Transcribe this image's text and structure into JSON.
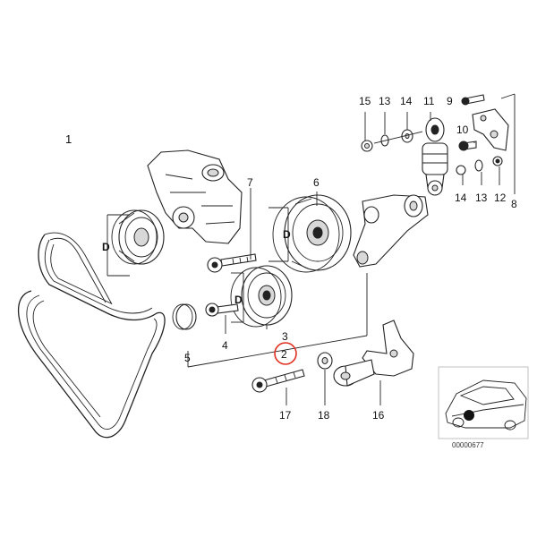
{
  "diagram": {
    "part_numbers": {
      "p1": "1",
      "p2": "2",
      "p3": "3",
      "p4": "4",
      "p5": "5",
      "p6": "6",
      "p7": "7",
      "p8": "8",
      "p9": "9",
      "p10": "10",
      "p11": "11",
      "p12": "12",
      "p13a": "13",
      "p13b": "13",
      "p14a": "14",
      "p14b": "14",
      "p15": "15",
      "p16": "16",
      "p17": "17",
      "p18": "18"
    },
    "dimension_label": "D",
    "highlighted_part": "2",
    "highlight_color": "#e03020",
    "reference_code": "00000677"
  }
}
